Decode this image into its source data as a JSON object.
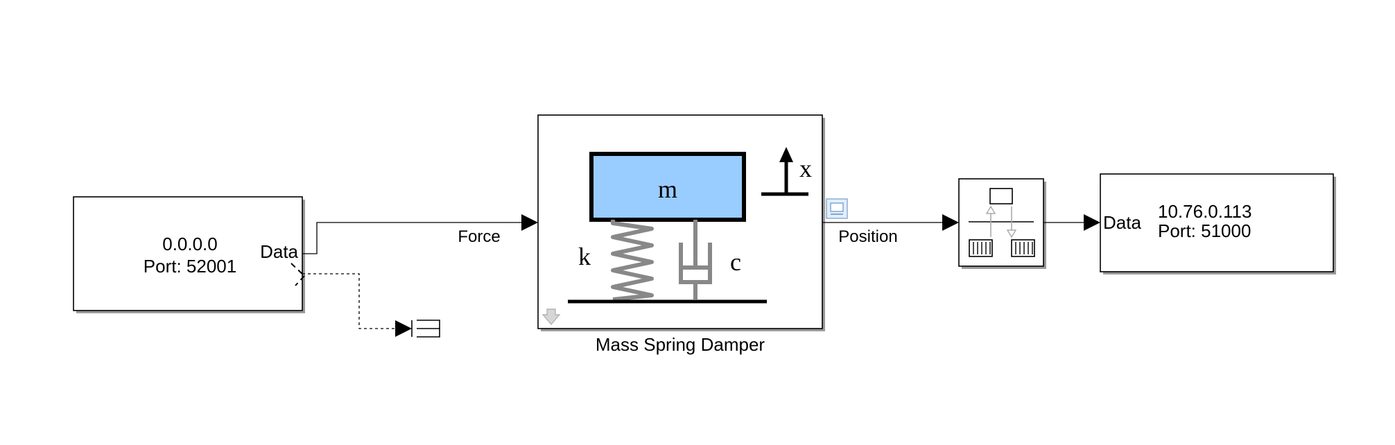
{
  "receive_block": {
    "address": "0.0.0.0",
    "port_text": "Port: 52001",
    "output_port_label": "Data"
  },
  "signals": {
    "force_label": "Force",
    "position_label": "Position"
  },
  "plant_block": {
    "name": "Mass Spring Damper",
    "mass_label": "m",
    "spring_label": "k",
    "damper_label": "c",
    "displacement_label": "x",
    "mass_color": "#99ccff"
  },
  "send_block": {
    "input_port_label": "Data",
    "address": "10.76.0.113",
    "port_text": "Port: 51000"
  },
  "icons": {
    "terminator": "terminator-icon",
    "byte_pack": "byte-pack-icon",
    "link_badge": "link-badge-icon",
    "mask_arrow": "look-under-mask-icon"
  }
}
